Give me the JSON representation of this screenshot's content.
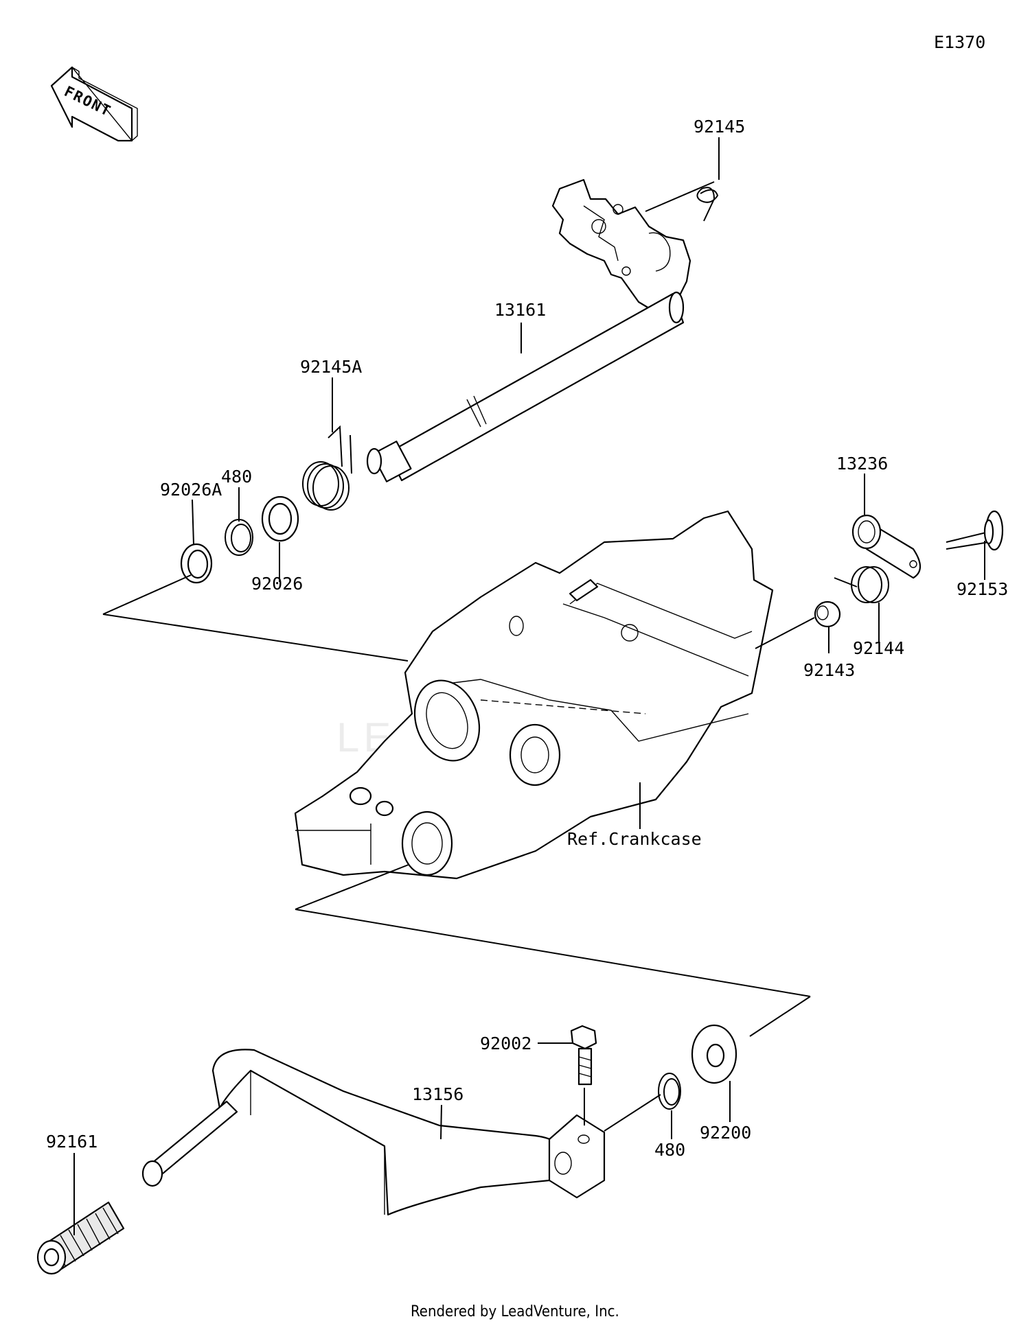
{
  "diagram_code": "E1370",
  "front_label": "FRONT",
  "ref_label": "Ref.Crankcase",
  "watermark": "LEADVENTURE",
  "footer": "Rendered by LeadVenture, Inc.",
  "parts": {
    "p92145": "92145",
    "p13161": "13161",
    "p92145A": "92145A",
    "p480a": "480",
    "p92026A": "92026A",
    "p92026": "92026",
    "p13236": "13236",
    "p92153": "92153",
    "p92144": "92144",
    "p92143": "92143",
    "p92002": "92002",
    "p13156": "13156",
    "p92161": "92161",
    "p480b": "480",
    "p92200": "92200"
  }
}
